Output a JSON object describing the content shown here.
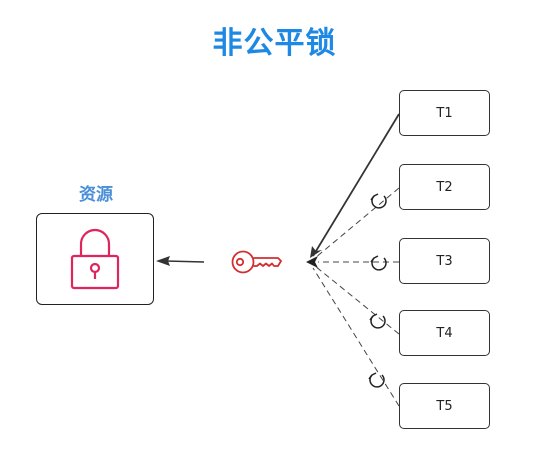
{
  "diagram": {
    "title": "非公平锁",
    "resource_label": "资源",
    "threads": [
      {
        "label": "T1"
      },
      {
        "label": "T2"
      },
      {
        "label": "T3"
      },
      {
        "label": "T4"
      },
      {
        "label": "T5"
      }
    ],
    "colors": {
      "title": "#1e88e5",
      "resource_label": "#4a8fd8",
      "lock": "#e0245e",
      "key": "#d32f2f",
      "lines": "#333333"
    },
    "icons": {
      "lock": "lock-icon",
      "key": "key-icon",
      "wait": "spin-wait-icon"
    }
  }
}
